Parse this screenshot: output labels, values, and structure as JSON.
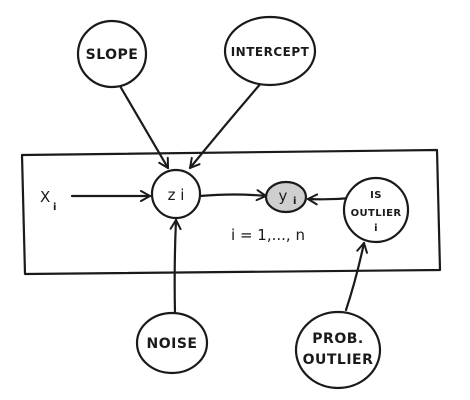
{
  "nodes": {
    "slope": "SLOPE",
    "intercept": "INTERCEPT",
    "x": "X",
    "x_sub": "i",
    "z": "z i",
    "y": "y",
    "y_sub": "i",
    "is_outlier_line1": "IS",
    "is_outlier_line2": "OUTLIER",
    "is_outlier_line3": "i",
    "noise": "NOISE",
    "prob_outlier_line1": "PROB.",
    "prob_outlier_line2": "OUTLIER"
  },
  "plate": {
    "label": "i = 1,..., n"
  }
}
